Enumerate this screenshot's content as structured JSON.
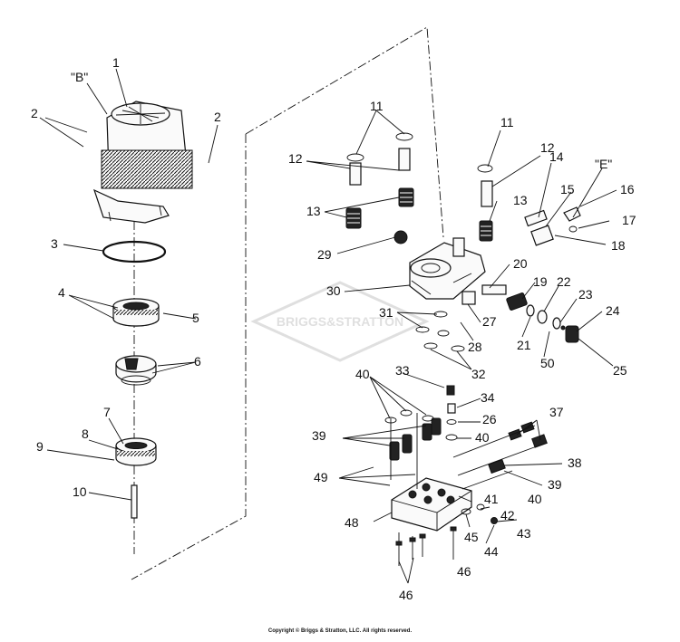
{
  "watermark": "BRIGGS&STRATTON",
  "copyright": "Copyright © Briggs & Stratton, LLC. All rights reserved.",
  "callouts": {
    "c1": "1",
    "cB": "\"B\"",
    "c2a": "2",
    "c2b": "2",
    "c3": "3",
    "c4": "4",
    "c5": "5",
    "c6": "6",
    "c7": "7",
    "c8": "8",
    "c9": "9",
    "c10": "10",
    "c11a": "11",
    "c11b": "11",
    "c12a": "12",
    "c12b": "12",
    "c13a": "13",
    "c13b": "13",
    "c14": "14",
    "cE": "\"E\"",
    "c15": "15",
    "c16": "16",
    "c17": "17",
    "c18": "18",
    "c19": "19",
    "c20": "20",
    "c21": "21",
    "c22": "22",
    "c23": "23",
    "c24": "24",
    "c25": "25",
    "c26": "26",
    "c27": "27",
    "c28": "28",
    "c29": "29",
    "c30": "30",
    "c31": "31",
    "c32": "32",
    "c33": "33",
    "c34": "34",
    "c37": "37",
    "c38": "38",
    "c39a": "39",
    "c39b": "39",
    "c40a": "40",
    "c40b": "40",
    "c40c": "40",
    "c41": "41",
    "c42": "42",
    "c43": "43",
    "c44": "44",
    "c45": "45",
    "c46a": "46",
    "c46b": "46",
    "c48": "48",
    "c49": "49",
    "c50": "50"
  }
}
